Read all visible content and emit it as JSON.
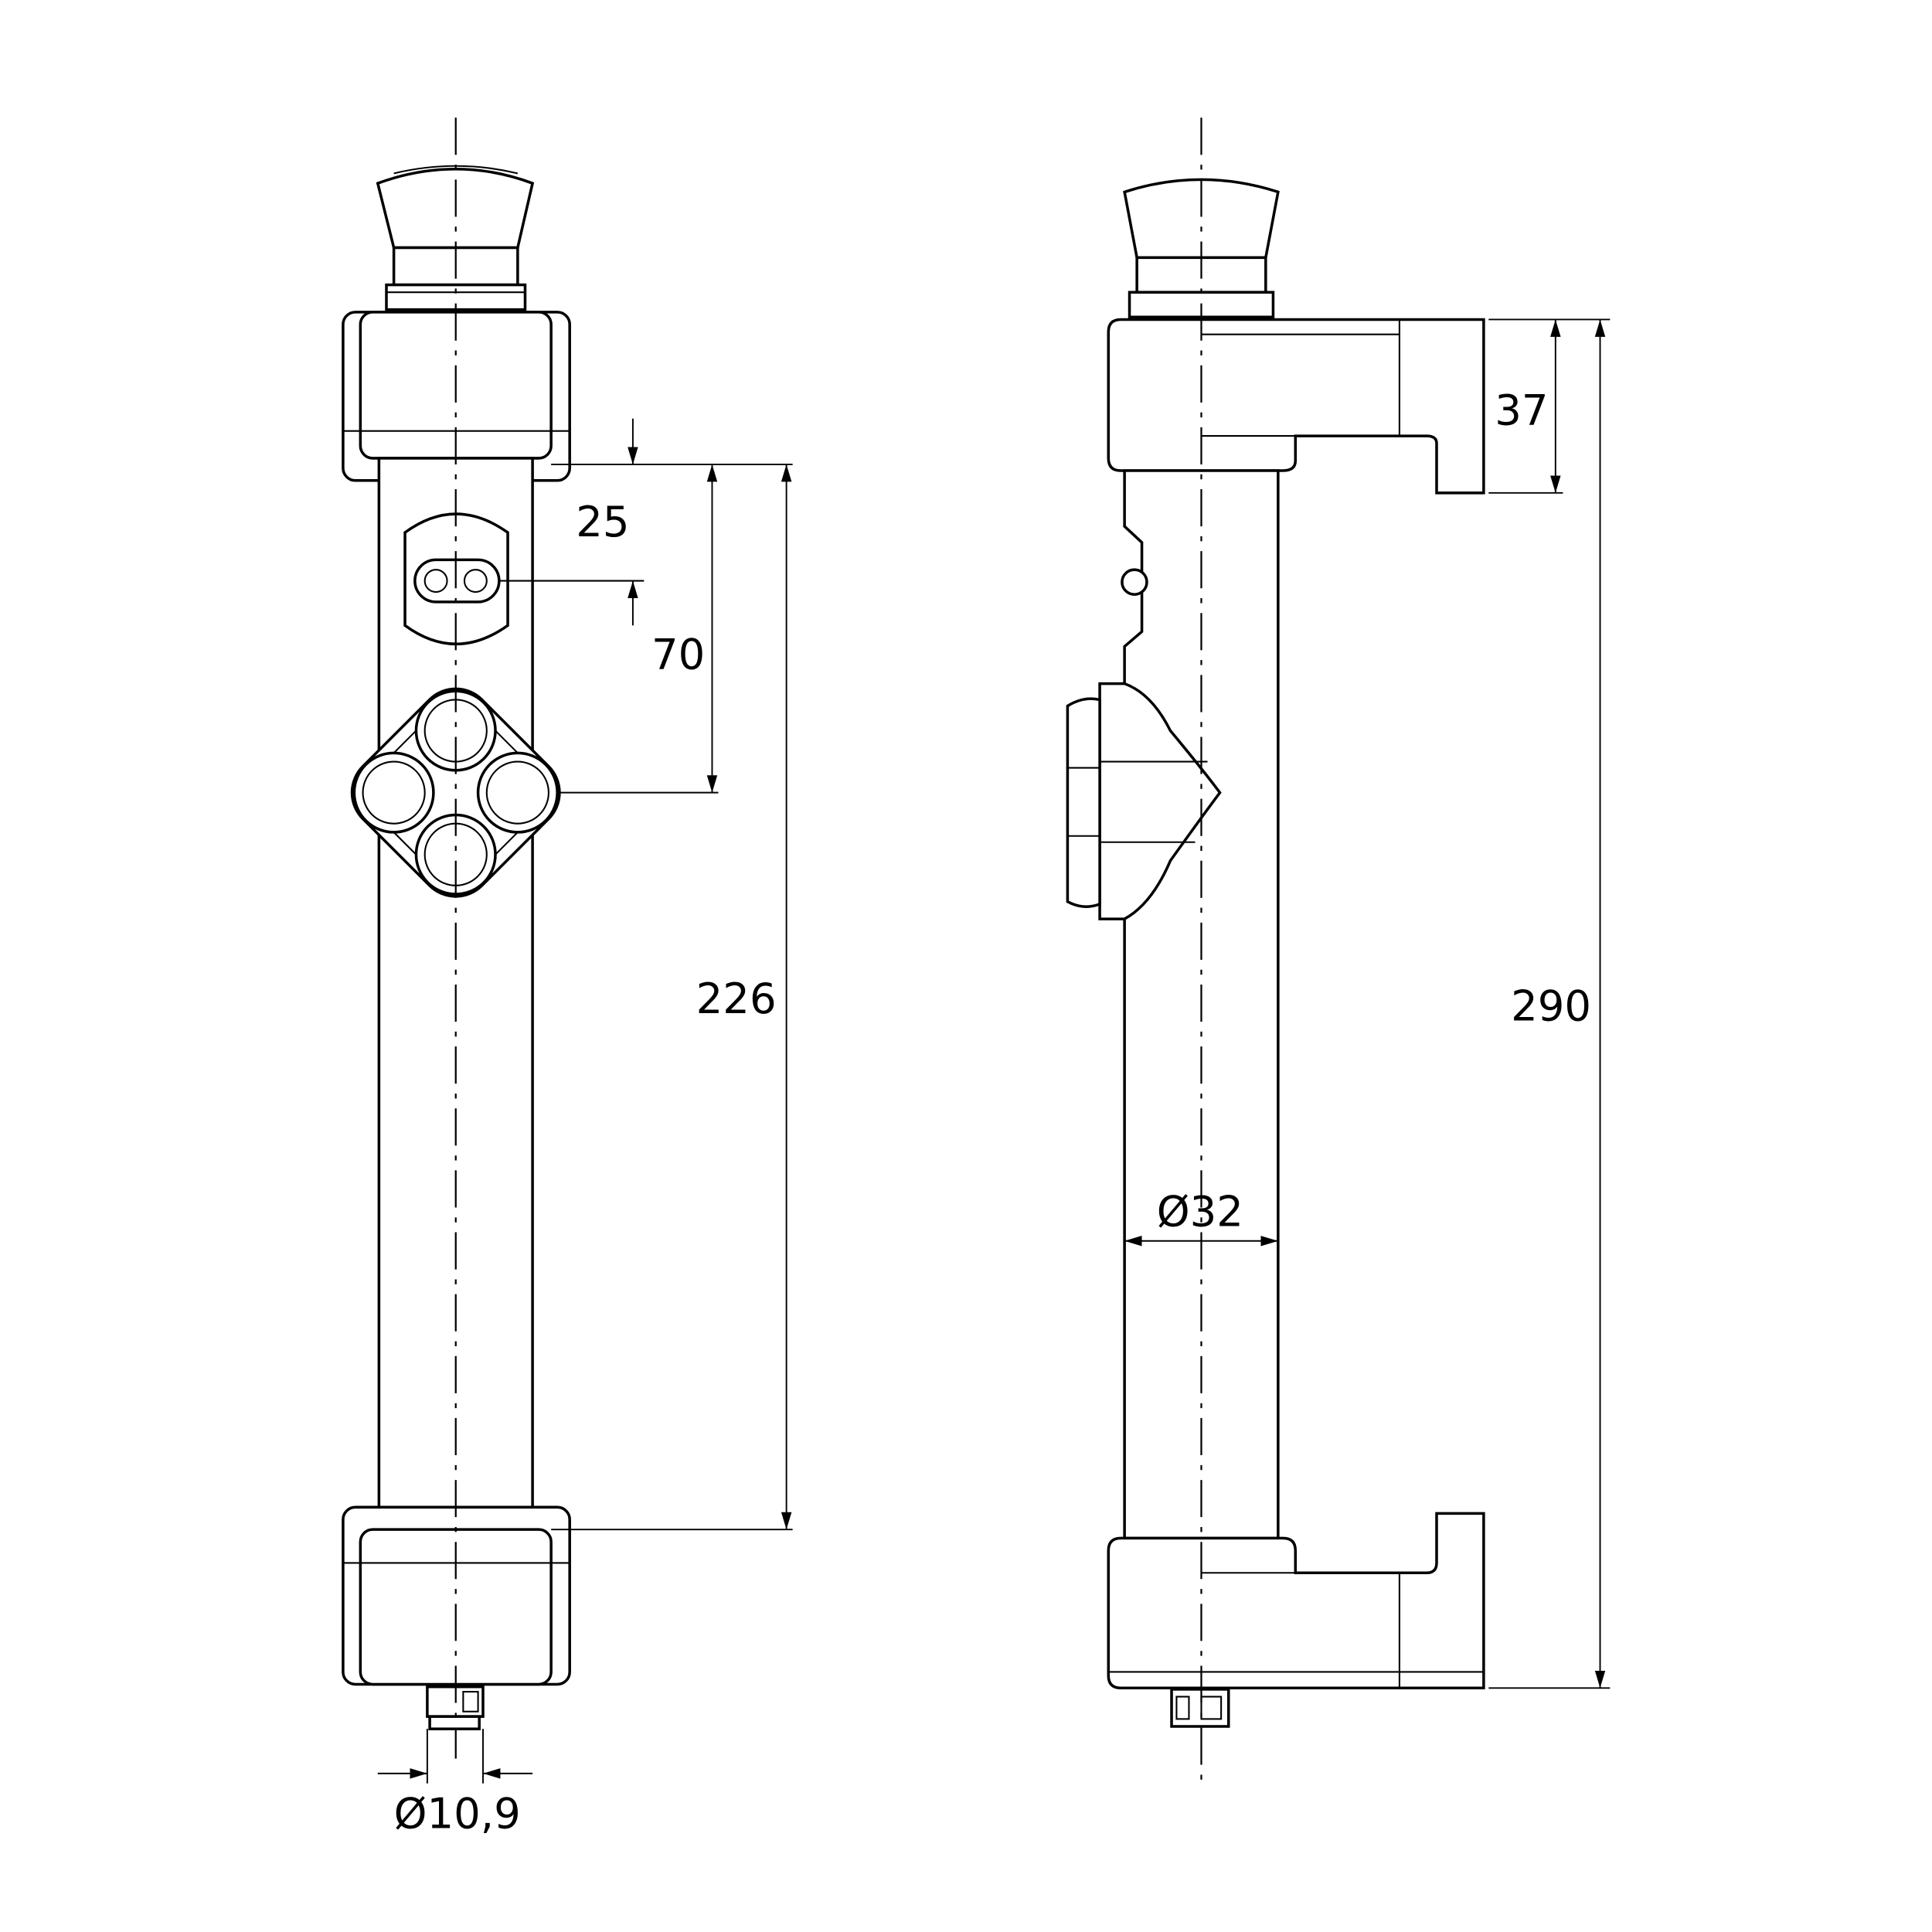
{
  "drawing": {
    "front_view": {
      "dimensions": {
        "hole_offset": "25",
        "button_offset": "70",
        "grip_length": "226",
        "connector_diameter": "Ø10,9"
      }
    },
    "side_view": {
      "dimensions": {
        "bracket_depth": "37",
        "overall_length": "290",
        "tube_diameter": "Ø32"
      }
    }
  }
}
